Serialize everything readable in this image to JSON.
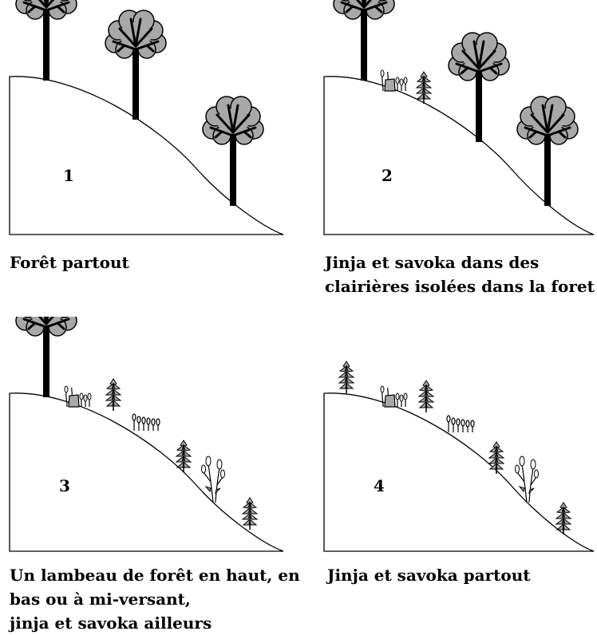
{
  "panels": [
    {
      "number": "1",
      "caption": [
        "Forêt partout"
      ]
    },
    {
      "number": "2",
      "caption": [
        "Jinja et savoka dans des",
        "clairières isolées dans la foret"
      ]
    },
    {
      "number": "3",
      "caption": [
        "Un lambeau de forêt en haut, en",
        "bas ou à mi-versant,",
        "jinja et savoka ailleurs"
      ]
    },
    {
      "number": "4",
      "caption": [
        "Jinja et savoka partout"
      ]
    }
  ],
  "colors": {
    "canopy": "#a8a8a8",
    "line": "#000000"
  },
  "icons": [
    "tree-icon",
    "stump-icon",
    "shrub-icon",
    "sapling-icon",
    "regrowth-icon"
  ]
}
